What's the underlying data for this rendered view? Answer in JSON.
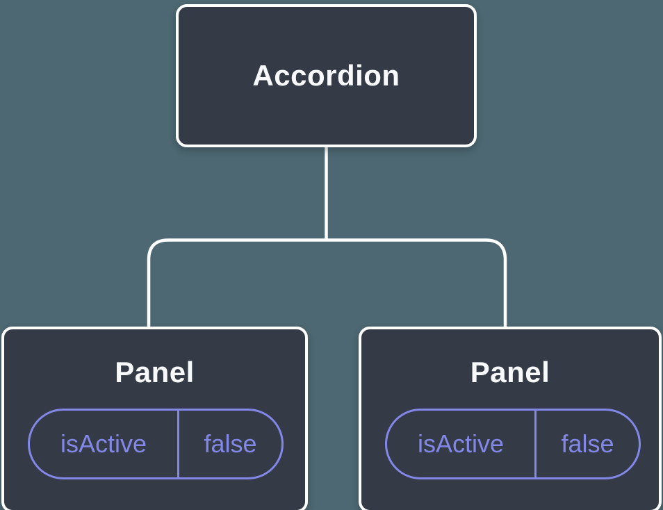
{
  "diagram": {
    "root": {
      "label": "Accordion"
    },
    "panels": [
      {
        "label": "Panel",
        "state_key": "isActive",
        "state_value": "false"
      },
      {
        "label": "Panel",
        "state_key": "isActive",
        "state_value": "false"
      }
    ]
  },
  "colors": {
    "background": "#4D6872",
    "node_fill": "#343B46",
    "node_border": "#FFFFFF",
    "connector": "#FFFFFF",
    "state_accent": "#8287E8",
    "title_text": "#F8F9FA"
  }
}
